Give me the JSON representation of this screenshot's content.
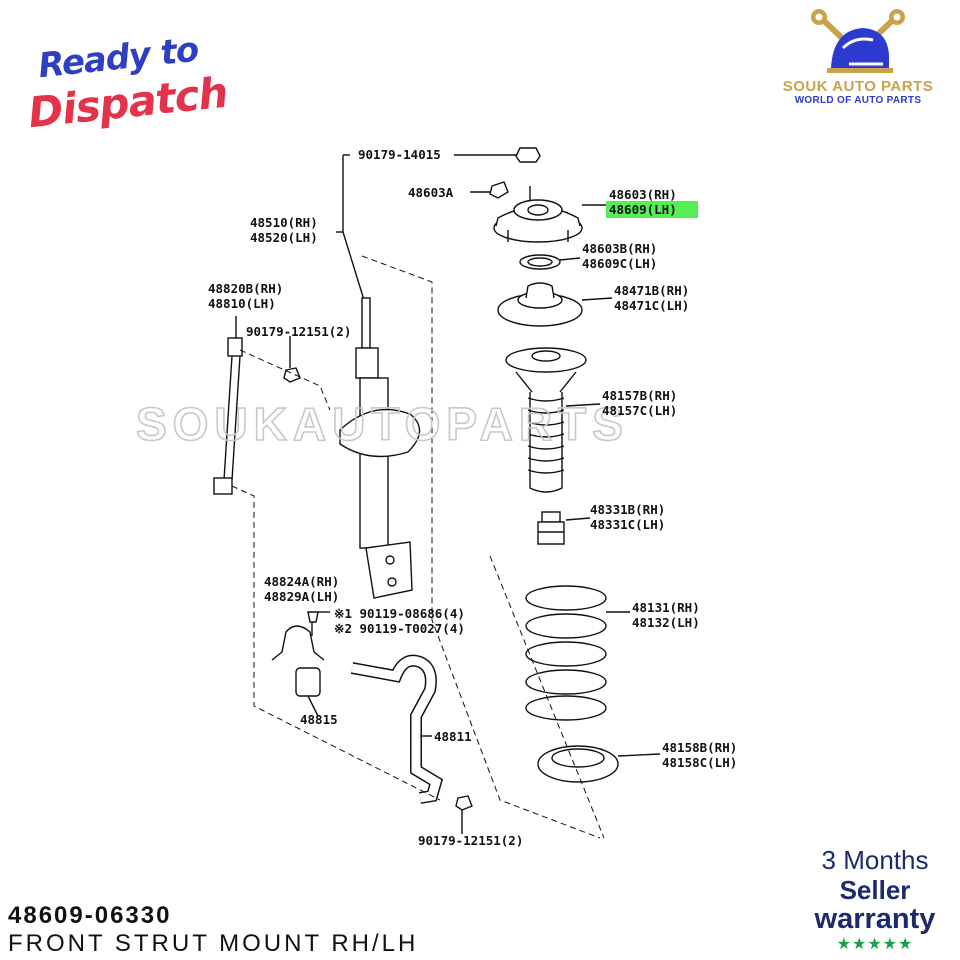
{
  "badge": {
    "line1": "Ready to",
    "line2": "Dispatch"
  },
  "logo": {
    "name": "SOUK AUTO PARTS",
    "tagline": "WORLD OF AUTO PARTS",
    "icon": "wrench-helmet-icon",
    "gold": "#c9a24a",
    "blue": "#2d3ad0"
  },
  "watermark": "SOUKAUTOPARTS",
  "highlight_color": "#55ee55",
  "labels": {
    "p90179_14015": "90179-14015",
    "p48603a": "48603A",
    "p48603": "48603(RH)",
    "p48609": "48609(LH)",
    "p48510": "48510(RH)",
    "p48520": "48520(LH)",
    "p48603b": "48603B(RH)",
    "p48609c": "48609C(LH)",
    "p48820b": "48820B(RH)",
    "p48810": "48810(LH)",
    "p48471b": "48471B(RH)",
    "p48471c": "48471C(LH)",
    "p90179_12151_top": "90179-12151(2)",
    "p48157b": "48157B(RH)",
    "p48157c": "48157C(LH)",
    "p48331b": "48331B(RH)",
    "p48331c": "48331C(LH)",
    "p48824a": "48824A(RH)",
    "p48829a": "48829A(LH)",
    "p90119_08686": "※1 90119-08686(4)",
    "p90119_t0027": "※2 90119-T0027(4)",
    "p48131": "48131(RH)",
    "p48132": "48132(LH)",
    "p48815": "48815",
    "p48811": "48811",
    "p48158b": "48158B(RH)",
    "p48158c": "48158C(LH)",
    "p90179_12151_bottom": "90179-12151(2)"
  },
  "footer": {
    "part_code": "48609-06330",
    "description": "FRONT STRUT MOUNT RH/LH"
  },
  "warranty": {
    "line1": "3 Months",
    "line2": "Seller",
    "line3": "warranty",
    "stars": "★★★★★",
    "star_color": "#19a04a"
  }
}
